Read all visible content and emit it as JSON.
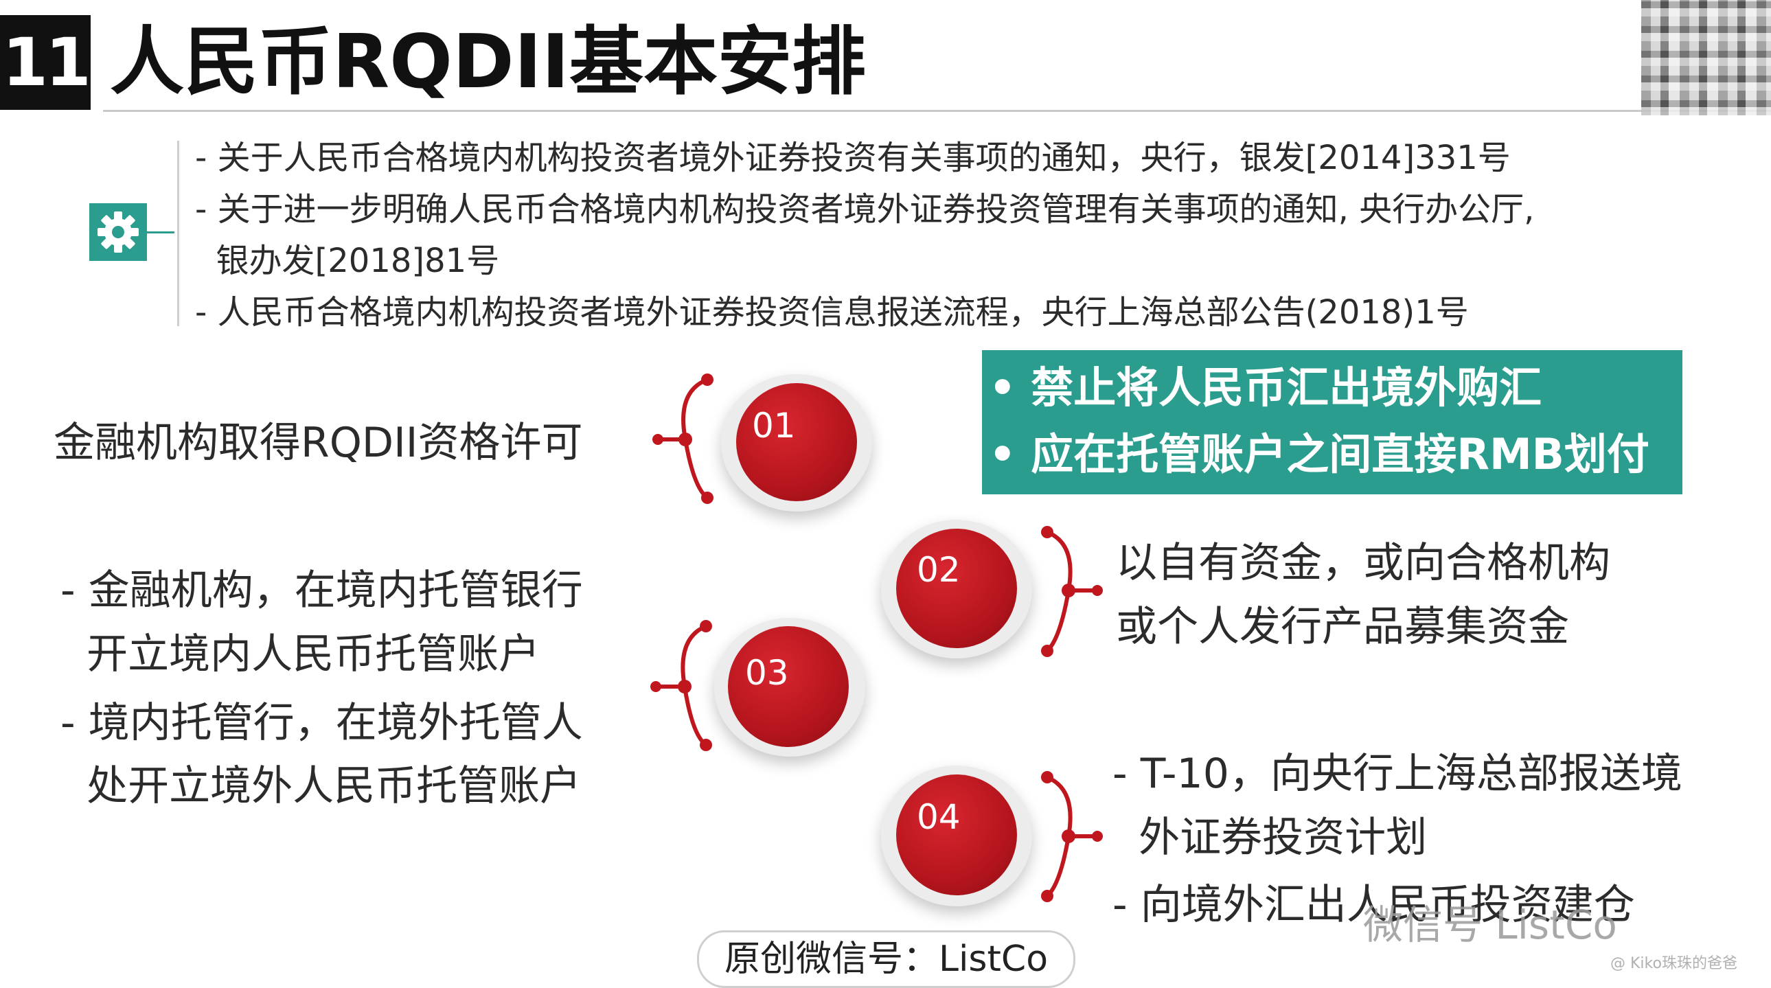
{
  "header": {
    "number": "11",
    "title": "人民币RQDII基本安排"
  },
  "references": [
    "- 关于人民币合格境内机构投资者境外证券投资有关事项的通知，央行，银发[2014]331号",
    "- 关于进一步明确人民币合格境内机构投资者境外证券投资管理有关事项的通知, 央行办公厅,",
    "  银办发[2018]81号",
    "- 人民币合格境内机构投资者境外证券投资信息报送流程，央行上海总部公告(2018)1号"
  ],
  "notice": [
    "• 禁止将人民币汇出境外购汇",
    "• 应在托管账户之间直接RMB划付"
  ],
  "steps": [
    {
      "num": "01",
      "lines": [
        "金融机构取得RQDII资格许可"
      ]
    },
    {
      "num": "02",
      "lines": [
        "以自有资金，或向合格机构",
        "或个人发行产品募集资金"
      ]
    },
    {
      "num": "03",
      "lines": [
        "- 金融机构，在境内托管银行",
        "  开立境内人民币托管账户",
        "- 境内托管行，在境外托管人",
        "  处开立境外人民币托管账户"
      ]
    },
    {
      "num": "04",
      "lines": [
        "- T-10，向央行上海总部报送境",
        "  外证券投资计划",
        "- 向境外汇出人民币投资建仓"
      ]
    }
  ],
  "footer": {
    "label": "原创微信号：ListCo",
    "watermark": "微信号 ListCo",
    "watermark_small": "@ Kiko珠珠的爸爸"
  },
  "colors": {
    "teal": "#2a9d8f",
    "red": "#c0171f",
    "dark": "#111111"
  },
  "icons": {
    "gear": "gear-icon"
  }
}
